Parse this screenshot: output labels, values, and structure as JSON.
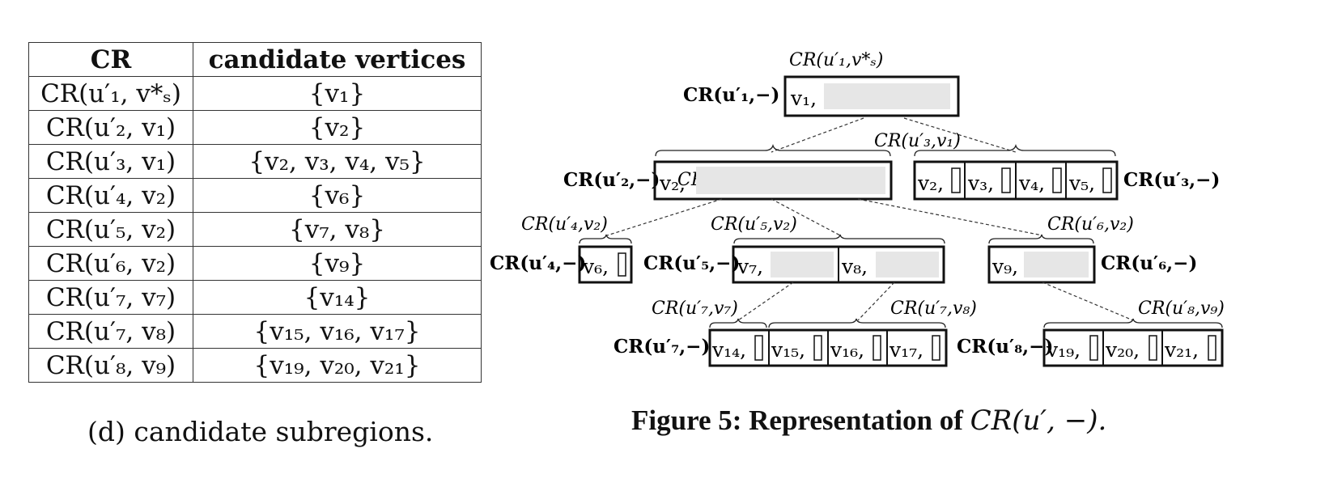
{
  "table": {
    "headers": [
      "CR",
      "candidate vertices"
    ],
    "rows": [
      {
        "cr": "CR(u′₁, v*ₛ)",
        "vertices": "{v₁}"
      },
      {
        "cr": "CR(u′₂, v₁)",
        "vertices": "{v₂}"
      },
      {
        "cr": "CR(u′₃, v₁)",
        "vertices": "{v₂, v₃, v₄, v₅}"
      },
      {
        "cr": "CR(u′₄, v₂)",
        "vertices": "{v₆}"
      },
      {
        "cr": "CR(u′₅, v₂)",
        "vertices": "{v₇, v₈}"
      },
      {
        "cr": "CR(u′₆, v₂)",
        "vertices": "{v₉}"
      },
      {
        "cr": "CR(u′₇, v₇)",
        "vertices": "{v₁₄}"
      },
      {
        "cr": "CR(u′₇, v₈)",
        "vertices": "{v₁₅, v₁₆, v₁₇}"
      },
      {
        "cr": "CR(u′₈, v₉)",
        "vertices": "{v₁₉, v₂₀, v₂₁}"
      }
    ],
    "caption": "(d) candidate subregions."
  },
  "figure": {
    "caption_prefix": "Figure 5: Representation of ",
    "caption_math": "CR(u′, −).",
    "groups": {
      "g1": {
        "label": "CR(u′₁,−)",
        "cells": [
          "v₁,"
        ],
        "brace": "CR(u′₁,v*ₛ)"
      },
      "g2": {
        "label": "CR(u′₂,−)",
        "cells": [
          "v₂,"
        ],
        "brace": "CR(u′₂,v₁)"
      },
      "g3": {
        "label": "CR(u′₃,−)",
        "cells": [
          "v₂,",
          "v₃,",
          "v₄,",
          "v₅,"
        ],
        "brace": "CR(u′₃,v₁)"
      },
      "g4": {
        "label": "CR(u′₄,−)",
        "cells": [
          "v₆,"
        ],
        "brace": "CR(u′₄,v₂)"
      },
      "g5": {
        "label": "CR(u′₅,−)",
        "cells": [
          "v₇,",
          "v₈,"
        ],
        "brace": "CR(u′₅,v₂)"
      },
      "g6": {
        "label": "CR(u′₆,−)",
        "cells": [
          "v₉,"
        ],
        "brace": "CR(u′₆,v₂)"
      },
      "g7": {
        "label": "CR(u′₇,−)",
        "cells": [
          "v₁₄,",
          "v₁₅,",
          "v₁₆,",
          "v₁₇,"
        ],
        "brace_a": "CR(u′₇,v₇)",
        "brace_b": "CR(u′₇,v₈)"
      },
      "g8": {
        "label": "CR(u′₈,−)",
        "cells": [
          "v₁₉,",
          "v₂₀,",
          "v₂₁,"
        ],
        "brace": "CR(u′₈,v₉)"
      }
    }
  }
}
